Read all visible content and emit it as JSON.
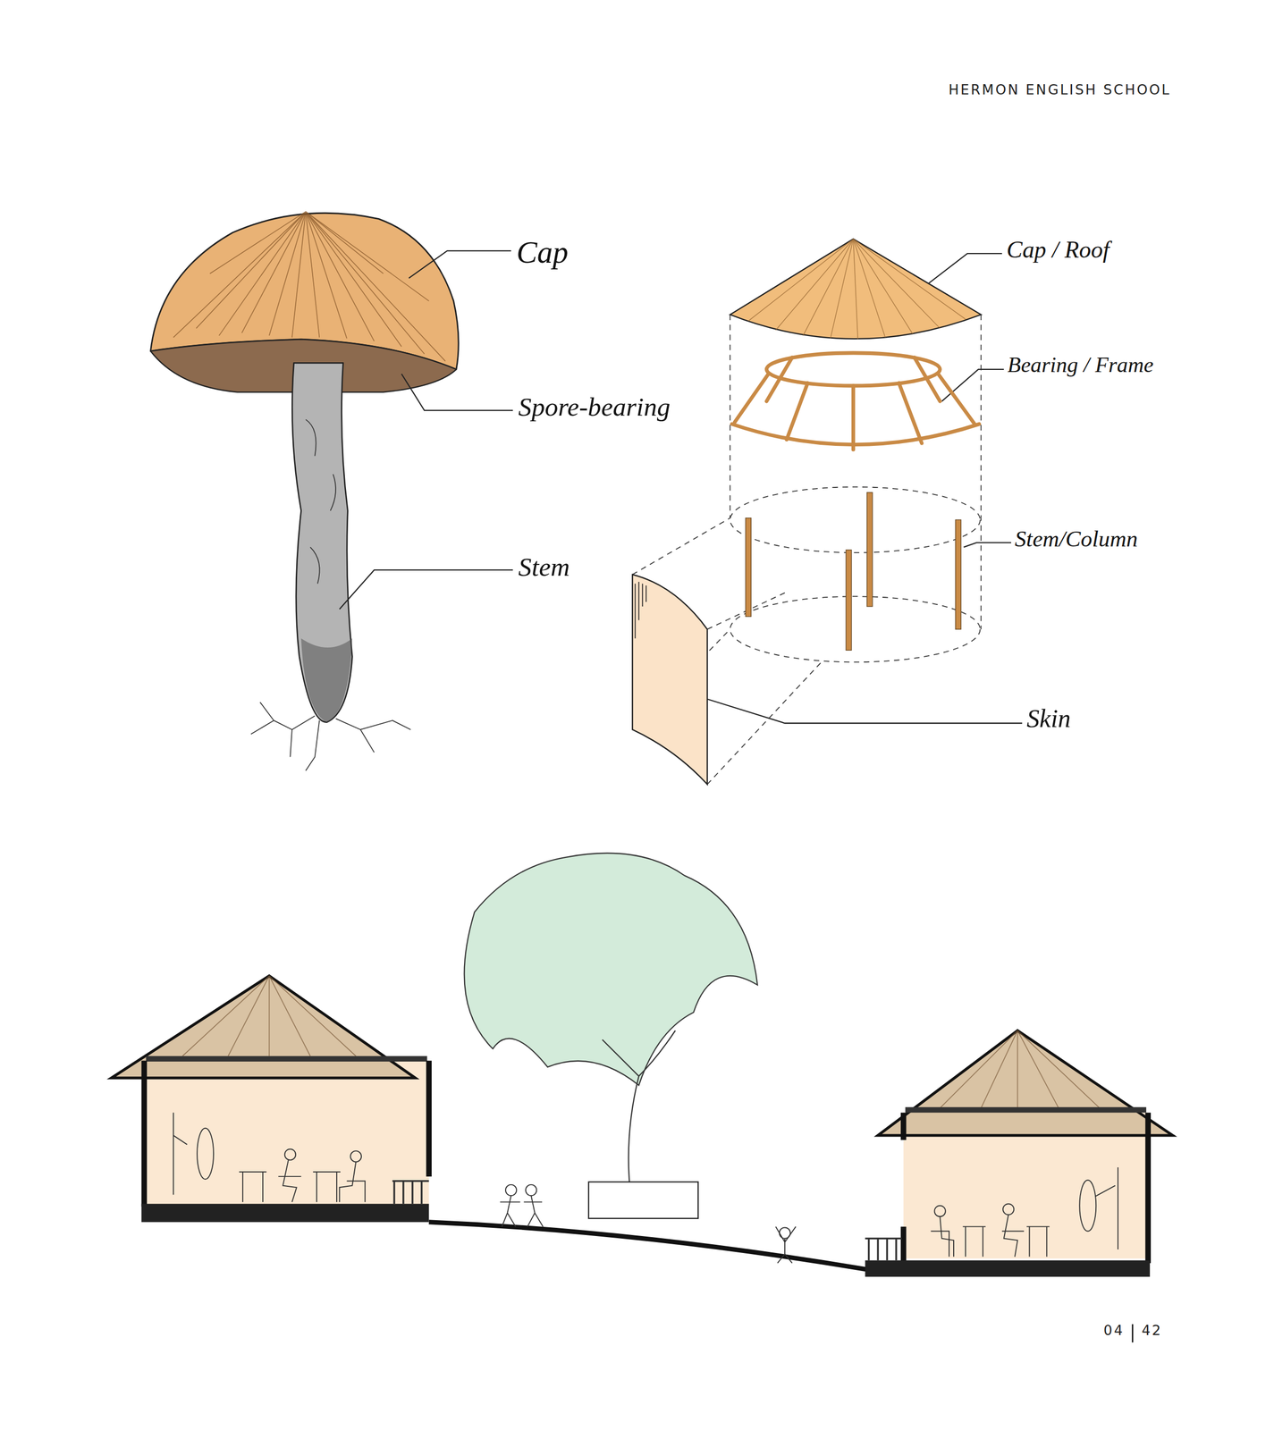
{
  "diagram": {
    "labels": [
      "HERMON ENGLISH SCHOOL",
      "Cap",
      "Spore-bearing",
      "Stem",
      "Cap / Roof",
      "Bearing / Frame",
      "Stem/Column",
      "Skin",
      "04",
      "42"
    ]
  }
}
